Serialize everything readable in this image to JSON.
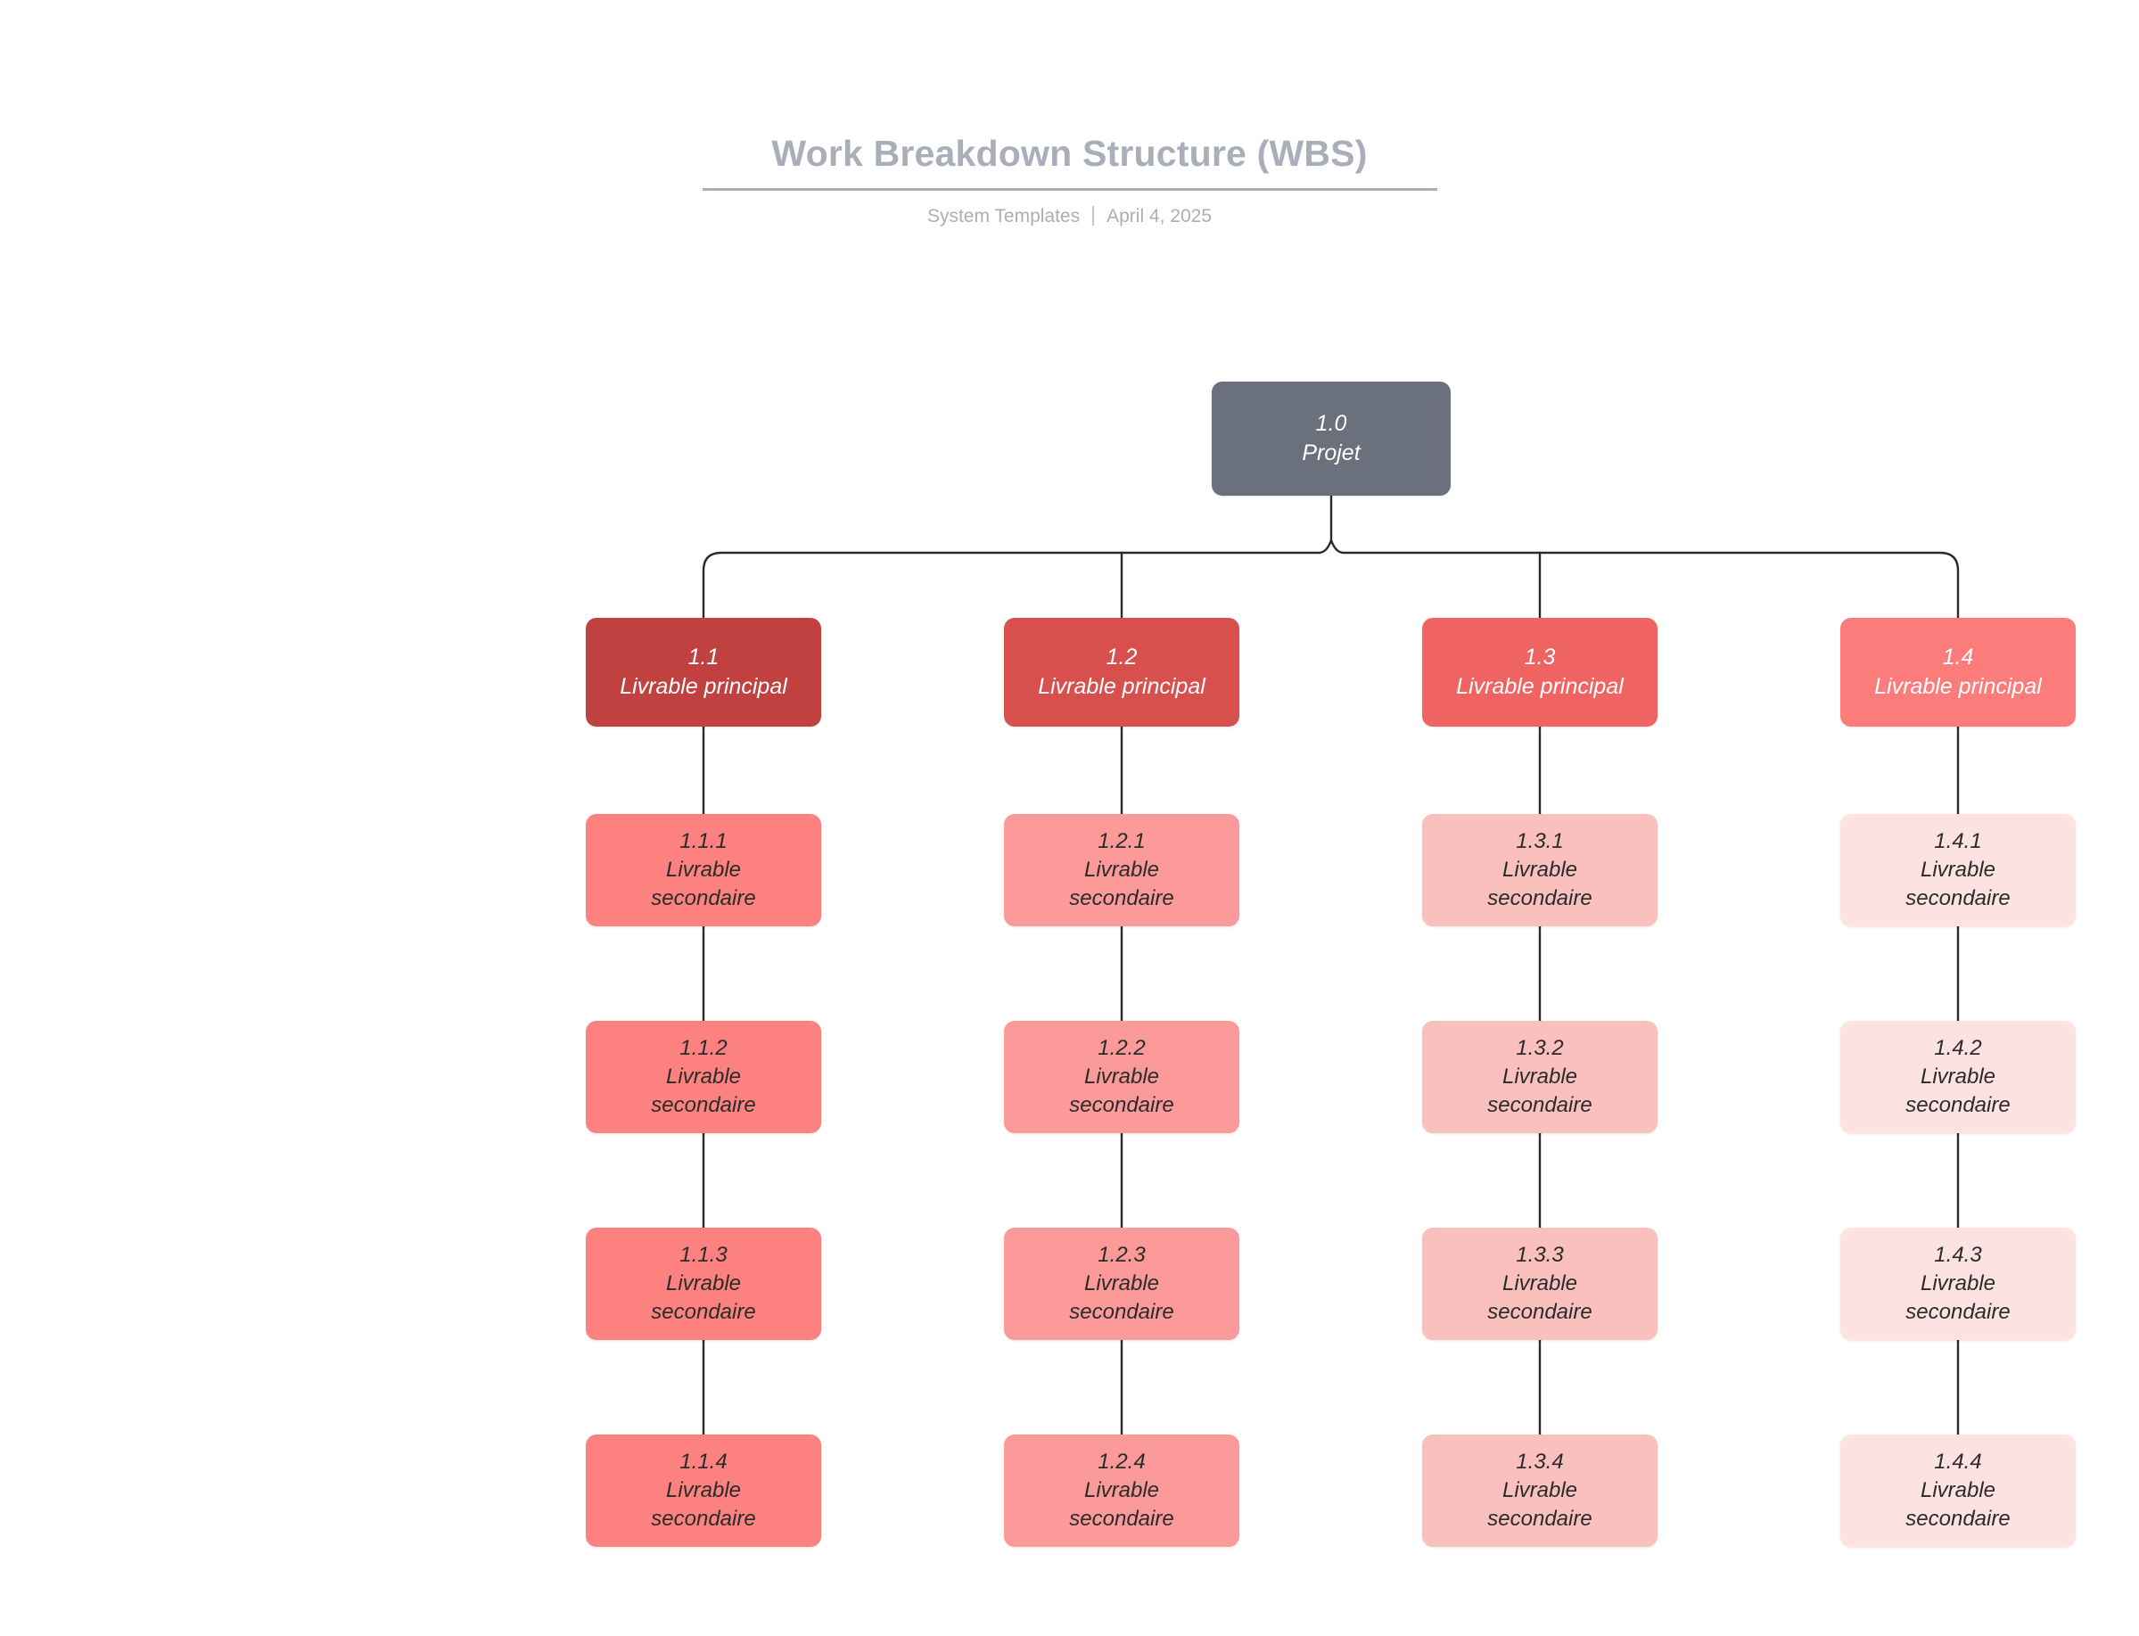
{
  "header": {
    "title": "Work Breakdown Structure (WBS)",
    "source": "System Templates",
    "separator": "|",
    "date": "April 4, 2025"
  },
  "palette": {
    "root": "#6b717c",
    "level1": [
      "#c0413f",
      "#d8504e",
      "#ef6462",
      "#fb7c7a"
    ],
    "leaf": [
      "#fc817f",
      "#fb9a98",
      "#fac0be",
      "#fce2e1"
    ],
    "edge": "#2a2a2a",
    "title_gray": "#a9aeb8",
    "leaf_text": "#2b2b2b",
    "node_text": "#ffffff",
    "background": "#ffffff"
  },
  "chart_data": {
    "type": "tree",
    "title": "Work Breakdown Structure (WBS)",
    "orientation": "top-down",
    "levels": 3,
    "root": {
      "id": "1.0",
      "label": "Projet"
    },
    "branches": [
      {
        "id": "1.1",
        "label": "Livrable principal",
        "children": [
          {
            "id": "1.1.1",
            "label": "Livrable secondaire"
          },
          {
            "id": "1.1.2",
            "label": "Livrable secondaire"
          },
          {
            "id": "1.1.3",
            "label": "Livrable secondaire"
          },
          {
            "id": "1.1.4",
            "label": "Livrable secondaire"
          }
        ]
      },
      {
        "id": "1.2",
        "label": "Livrable principal",
        "children": [
          {
            "id": "1.2.1",
            "label": "Livrable secondaire"
          },
          {
            "id": "1.2.2",
            "label": "Livrable secondaire"
          },
          {
            "id": "1.2.3",
            "label": "Livrable secondaire"
          },
          {
            "id": "1.2.4",
            "label": "Livrable secondaire"
          }
        ]
      },
      {
        "id": "1.3",
        "label": "Livrable principal",
        "children": [
          {
            "id": "1.3.1",
            "label": "Livrable secondaire"
          },
          {
            "id": "1.3.2",
            "label": "Livrable secondaire"
          },
          {
            "id": "1.3.3",
            "label": "Livrable secondaire"
          },
          {
            "id": "1.3.4",
            "label": "Livrable secondaire"
          }
        ]
      },
      {
        "id": "1.4",
        "label": "Livrable principal",
        "children": [
          {
            "id": "1.4.1",
            "label": "Livrable secondaire"
          },
          {
            "id": "1.4.2",
            "label": "Livrable secondaire"
          },
          {
            "id": "1.4.3",
            "label": "Livrable secondaire"
          },
          {
            "id": "1.4.4",
            "label": "Livrable secondaire"
          }
        ]
      }
    ]
  }
}
